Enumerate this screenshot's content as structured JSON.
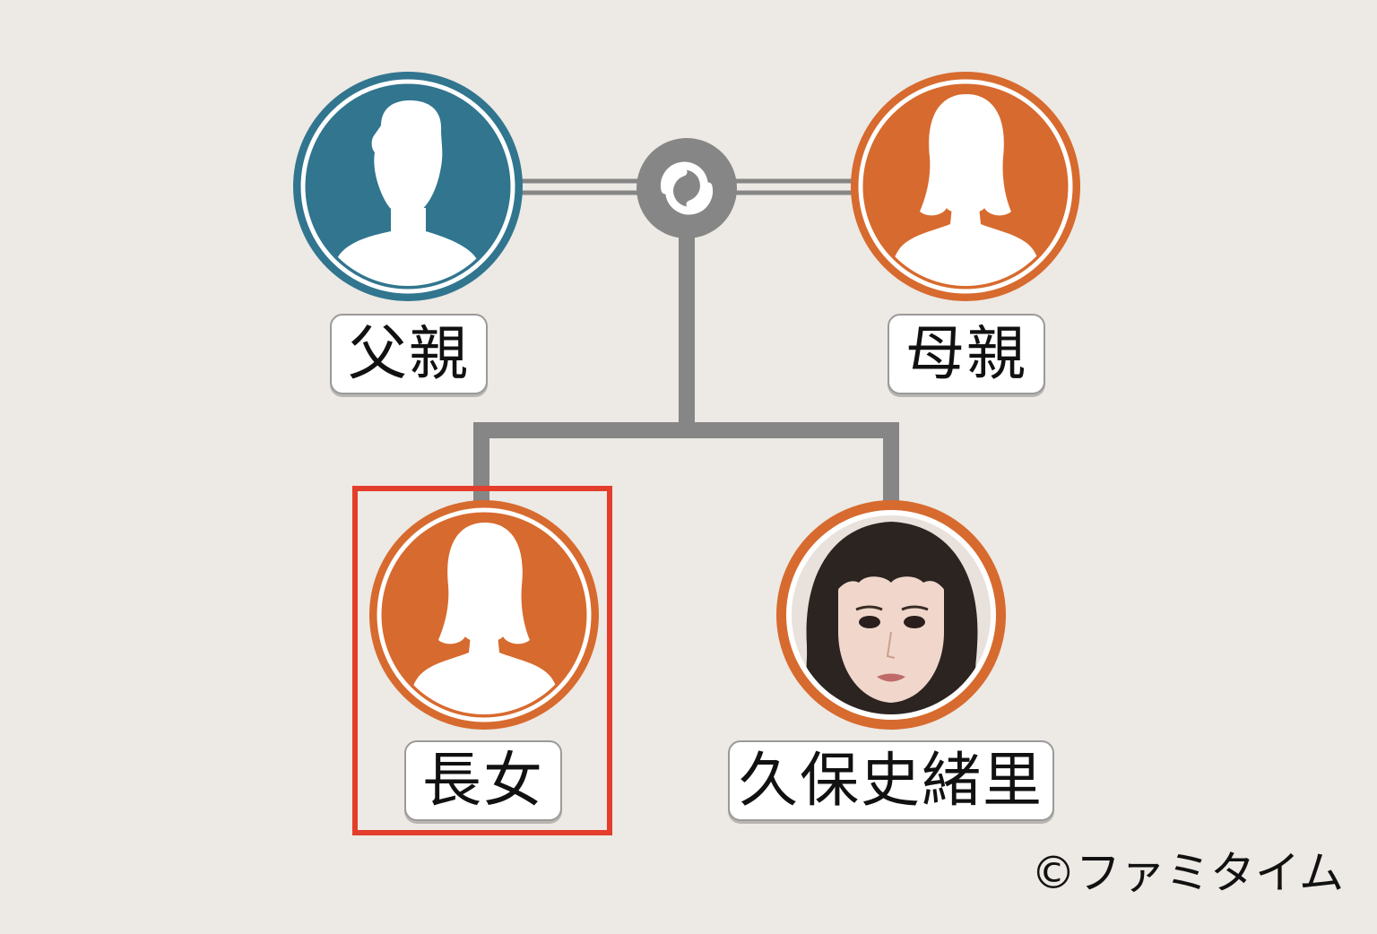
{
  "colors": {
    "background": "#ede9e4",
    "male": "#31758f",
    "female": "#d76a2e",
    "connector": "#868686",
    "highlight": "#e33d2b"
  },
  "people": {
    "father": {
      "label": "父親",
      "icon": "male-silhouette-icon"
    },
    "mother": {
      "label": "母親",
      "icon": "female-silhouette-icon"
    },
    "eldest_daughter": {
      "label": "長女",
      "icon": "female-silhouette-icon",
      "highlighted": true
    },
    "kubo": {
      "label": "久保史緒里",
      "icon": "portrait-photo"
    }
  },
  "marriage_symbol": "marriage-rings-icon",
  "credit": "©ファミタイム"
}
